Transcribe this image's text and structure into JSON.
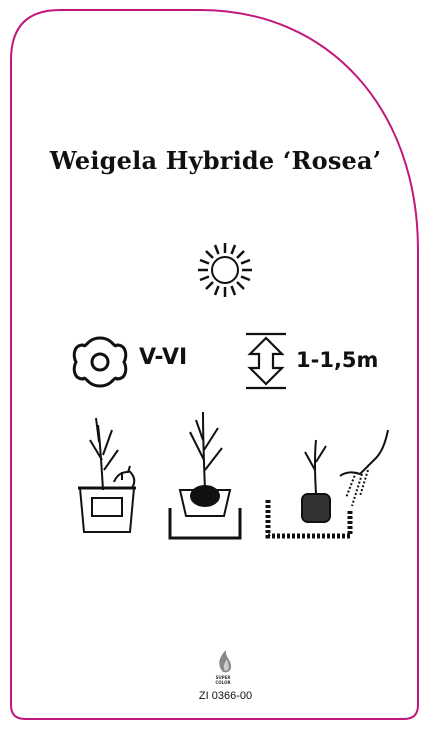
{
  "label": {
    "plant_name": "Weigela Hybride ‘Rosea’",
    "bloom_period": "V-VI",
    "height": "1-1,5m",
    "brand_line1": "SUPER",
    "brand_line2": "COLOR",
    "article_code": "ZI 0366-00",
    "border_color": "#c2187d"
  },
  "icons": [
    "sun-icon",
    "flower-icon",
    "height-arrow-icon",
    "bucket-watering-icon",
    "pot-planting-icon",
    "soil-filling-icon",
    "flame-logo-icon"
  ]
}
